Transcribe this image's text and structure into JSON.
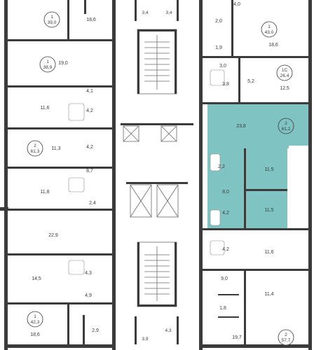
{
  "highlight_color": "#7fc3c3",
  "wall_color": "#3b3b3b",
  "apartments": [
    {
      "id": "apt-left-1",
      "rooms": "1",
      "area": "39,0"
    },
    {
      "id": "apt-left-2",
      "rooms": "1",
      "area": "38,9"
    },
    {
      "id": "apt-left-3",
      "rooms": "2",
      "area": "61,3"
    },
    {
      "id": "apt-left-4",
      "rooms": "1",
      "area": "42,3"
    },
    {
      "id": "apt-right-1",
      "rooms": "1",
      "area": "43,0"
    },
    {
      "id": "apt-right-2",
      "rooms": "1С",
      "area": "26,4"
    },
    {
      "id": "apt-right-3",
      "rooms": "2",
      "area": "61,2"
    },
    {
      "id": "apt-right-4",
      "rooms": "2",
      "area": "57,7"
    }
  ],
  "room_areas": {
    "l_a": "18,6",
    "l_b": "19,0",
    "l_c": "4,1",
    "l_d": "11,6",
    "l_e": "4,2",
    "l_f": "11,3",
    "l_g": "4,2",
    "l_h": "8,7",
    "l_i": "11,8",
    "l_j": "2,4",
    "l_k": "22,9",
    "l_l": "14,5",
    "l_m": "4,3",
    "l_n": "4,9",
    "l_o": "18,6",
    "l_p": "2,9",
    "c_a": "3,4",
    "c_b": "3,4",
    "c_c": "3,9",
    "c_d": "4,3",
    "r_a": "4,0",
    "r_b": "2,0",
    "r_c": "18,6",
    "r_d": "1,9",
    "r_e": "3,0",
    "r_f": "3,8",
    "r_g": "5,2",
    "r_h": "12,5",
    "r_i": "23,8",
    "r_j": "2,2",
    "r_k": "11,5",
    "r_l": "8,0",
    "r_m": "4,2",
    "r_n": "11,5",
    "r_o": "4,2",
    "r_p": "11,6",
    "r_q": "9,0",
    "r_r": "11,4",
    "r_s": "1,8",
    "r_t": "19,7"
  }
}
